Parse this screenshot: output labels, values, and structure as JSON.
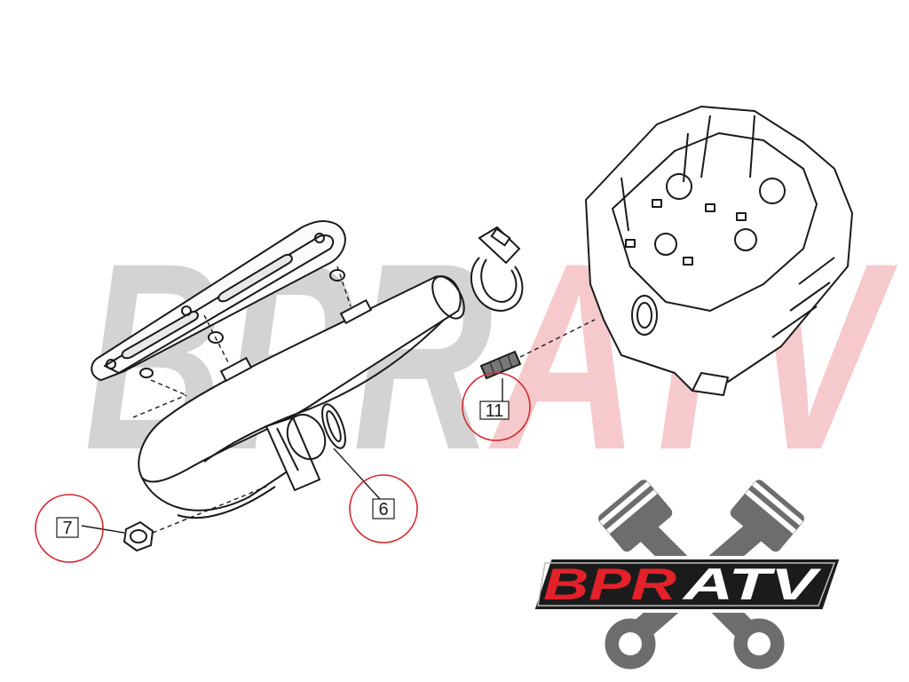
{
  "watermark": {
    "text_left": "BPR",
    "text_right": "ATV",
    "color_left": "#d3d3d3",
    "color_right": "#f6c9cc"
  },
  "callouts": [
    {
      "id": "callout-11",
      "label": "11"
    },
    {
      "id": "callout-7",
      "label": "7"
    },
    {
      "id": "callout-6",
      "label": "6"
    }
  ],
  "logo": {
    "text_left": "BPR",
    "text_right": "ATV",
    "color_left": "#e3212a",
    "color_right": "#ffffff",
    "plate_color": "#1b1b1b",
    "piston_color": "#6d6d6d"
  },
  "colors": {
    "callout_ring": "#d4242c",
    "line_art": "#1a1a1a"
  }
}
